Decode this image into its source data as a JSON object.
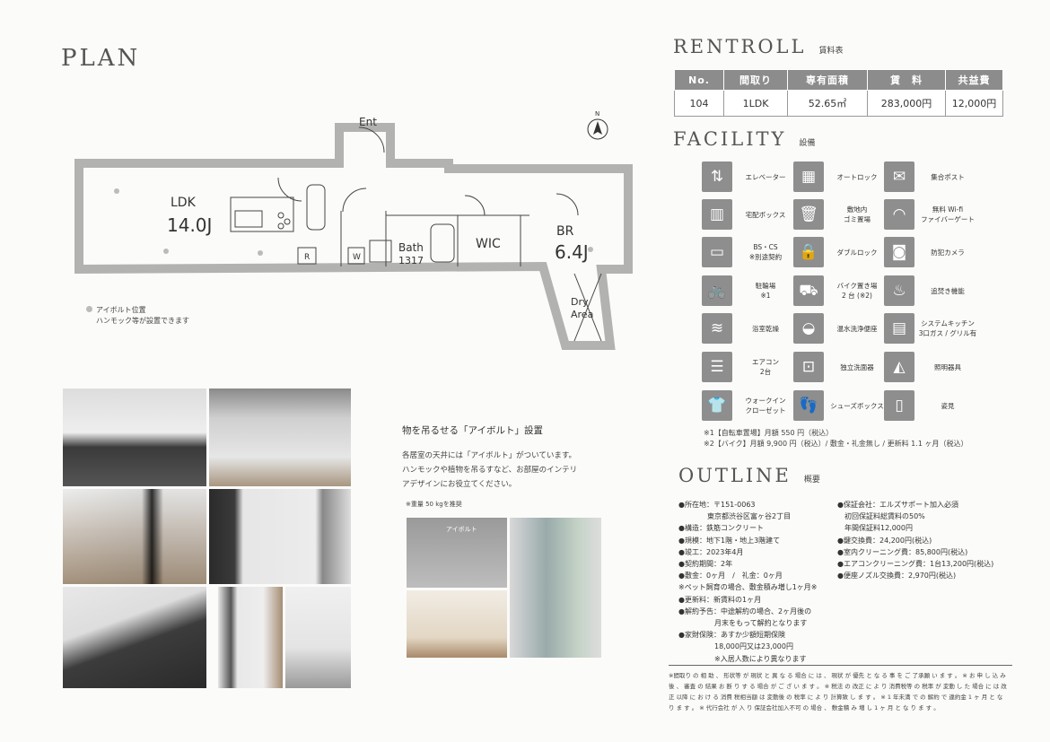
{
  "plan": {
    "title": "PLAN",
    "rooms": {
      "ldk_name": "LDK",
      "ldk_size": "14.0J",
      "ent": "Ent",
      "bath": "Bath",
      "bath_size": "1317",
      "wic": "WIC",
      "br_name": "BR",
      "br_size": "6.4J",
      "dry_area_1": "Dry",
      "dry_area_2": "Area",
      "fridge": "R",
      "washer": "W",
      "north": "N"
    },
    "legend": [
      "アイボルト位置",
      "ハンモック等が設置できます"
    ]
  },
  "rentroll": {
    "title": "RENTROLL",
    "subtitle": "賃料表",
    "headers": [
      "No.",
      "間取り",
      "専有面積",
      "賃　料",
      "共益費"
    ],
    "row": [
      "104",
      "1LDK",
      "52.65㎡",
      "283,000円",
      "12,000円"
    ]
  },
  "facility": {
    "title": "FACILITY",
    "subtitle": "設備",
    "items": [
      {
        "label": "エレベーター",
        "icon": "elevator-icon",
        "glyph": "⇅"
      },
      {
        "label": "オートロック",
        "icon": "autolock-icon",
        "glyph": "▦"
      },
      {
        "label": "集合ポスト",
        "icon": "mailbox-icon",
        "glyph": "✉"
      },
      {
        "label": "宅配ボックス",
        "icon": "delivery-box-icon",
        "glyph": "▥"
      },
      {
        "label": "敷地内\nゴミ置場",
        "icon": "trash-icon",
        "glyph": "🗑"
      },
      {
        "label": "無料 Wi-fi\nファイバーゲート",
        "icon": "wifi-icon",
        "glyph": "◠"
      },
      {
        "label": "BS・CS\n※別途契約",
        "icon": "tv-icon",
        "glyph": "▭"
      },
      {
        "label": "ダブルロック",
        "icon": "double-lock-icon",
        "glyph": "🔒"
      },
      {
        "label": "防犯カメラ",
        "icon": "camera-icon",
        "glyph": "◙"
      },
      {
        "label": "駐輪場\n※1",
        "icon": "bicycle-icon",
        "glyph": "🚲"
      },
      {
        "label": "バイク置き場\n2 台 (※2)",
        "icon": "motorbike-icon",
        "glyph": "⛟"
      },
      {
        "label": "追焚き機能",
        "icon": "reheat-icon",
        "glyph": "♨"
      },
      {
        "label": "浴室乾燥",
        "icon": "bath-dryer-icon",
        "glyph": "≋"
      },
      {
        "label": "温水洗浄便座",
        "icon": "toilet-icon",
        "glyph": "◒"
      },
      {
        "label": "システムキッチン\n3口ガス / グリル有",
        "icon": "kitchen-icon",
        "glyph": "▤"
      },
      {
        "label": "エアコン\n2台",
        "icon": "aircon-icon",
        "glyph": "☰"
      },
      {
        "label": "独立洗面器",
        "icon": "washbasin-icon",
        "glyph": "⊡"
      },
      {
        "label": "照明器具",
        "icon": "lamp-icon",
        "glyph": "◭"
      },
      {
        "label": "ウォークイン\nクローゼット",
        "icon": "closet-icon",
        "glyph": "👕"
      },
      {
        "label": "シューズボックス",
        "icon": "shoebox-icon",
        "glyph": "👣"
      },
      {
        "label": "姿見",
        "icon": "mirror-icon",
        "glyph": "▯"
      }
    ],
    "notes": [
      "※1【自転車置場】月額 550 円（税込）",
      "※2【バイク】月額 9,900 円（税込）/ 敷金・礼金無し / 更新料 1.1 ヶ月（税込）"
    ]
  },
  "feature": {
    "title": "物を吊るせる「アイボルト」設置",
    "text": "各居室の天井には「アイボルト」がついています。\nハンモックや植物を吊るすなど、お部屋のインテリ\nアデザインにお役立てください。",
    "note": "※重量 50 kgを推奨",
    "photo_caption": "アイボルト"
  },
  "outline": {
    "title": "OUTLINE",
    "subtitle": "概要",
    "left": [
      "●所在地：〒151-0063",
      "　　　　東京都渋谷区富ヶ谷2丁目",
      "●構造：鉄筋コンクリート",
      "●規模：地下1階・地上3階建て",
      "●竣工：2023年4月",
      "●契約期間：2年",
      "●敷金：0ヶ月　/　礼金：0ヶ月",
      "※ペット飼育の場合、敷金積み増し1ヶ月※",
      "●更新料：新賃料の1ヶ月",
      "●解約予告：中途解約の場合、2ヶ月後の",
      "　　　　　月末をもって解約となります",
      "●家財保険：あすか少額短期保険",
      "　　　　　18,000円又は23,000円",
      "　　　　　※入居人数により異なります"
    ],
    "right": [
      "●保証会社：エルズサポート加入必須",
      "　初回保証料総賃料の50%",
      "　年間保証料12,000円",
      "●鍵交換費：24,200円(税込)",
      "●室内クリーニング費：85,800円(税込)",
      "●エアコンクリーニング費：1台13,200円(税込)",
      "●便座ノズル交換費：2,970円(税込)"
    ]
  },
  "footer_note": "※間取り の 相 助 、 形状等 が 現状 と 異 な る 場合 に は 、 現状 が 優先 と な る 事 を ご 了承願 い ま す 。 ※ お 申 し 込 み 後 、 審査 の 結果 お 断 り す る 場合 が ご ざ い ま す 。 ※ 税法 の 改正 に よ り 消費税等 の 税率 が 変動 し た 場合 に は 改正 以降 に お け る 消費 税相当額 は 変動後 の 税率 に よ り 計算致 し ま す 。 ※ 1 年未満 で の 解約 で 違約金 1 ヶ 月 と な り ま す 。 ※ 代行会社 が 入 り 保証会社加入不可 の 場合 、 敷金積 み 増 し 1 ヶ 月 と な り ま す 。",
  "colors": {
    "icon_gray": "#8e8e8e",
    "table_header": "#8c8c8c",
    "wall": "#cfcfcf"
  }
}
